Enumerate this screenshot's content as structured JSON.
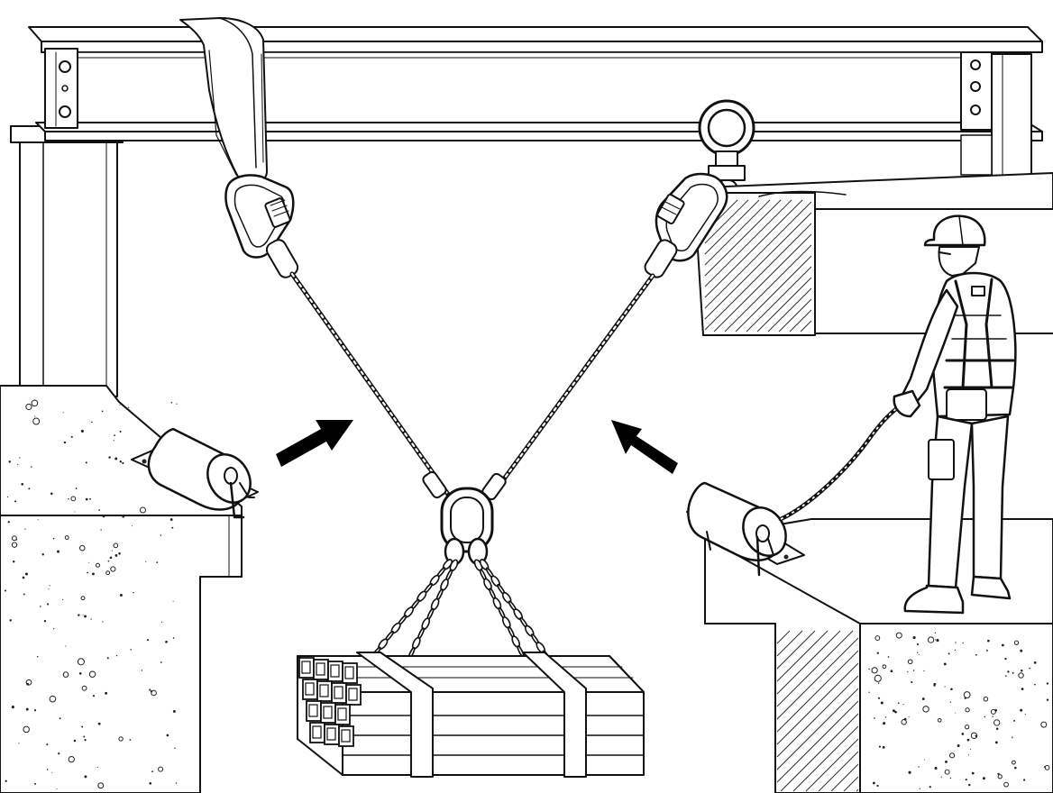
{
  "figure": {
    "elements": [
      "steel-i-beam",
      "web-sling-anchor",
      "screw-gate-carabiner-left",
      "eye-bolt-anchor",
      "screw-gate-carabiner-right",
      "wire-rope-left",
      "wire-rope-right",
      "master-link",
      "lifting-chains",
      "bundled-steel-tubes",
      "edge-roller-left",
      "edge-roller-right",
      "worker-with-harness",
      "direction-arrow-left",
      "direction-arrow-right"
    ]
  },
  "colors": {
    "ink": "#111111",
    "paper": "#ffffff",
    "arrow": "#000000"
  }
}
